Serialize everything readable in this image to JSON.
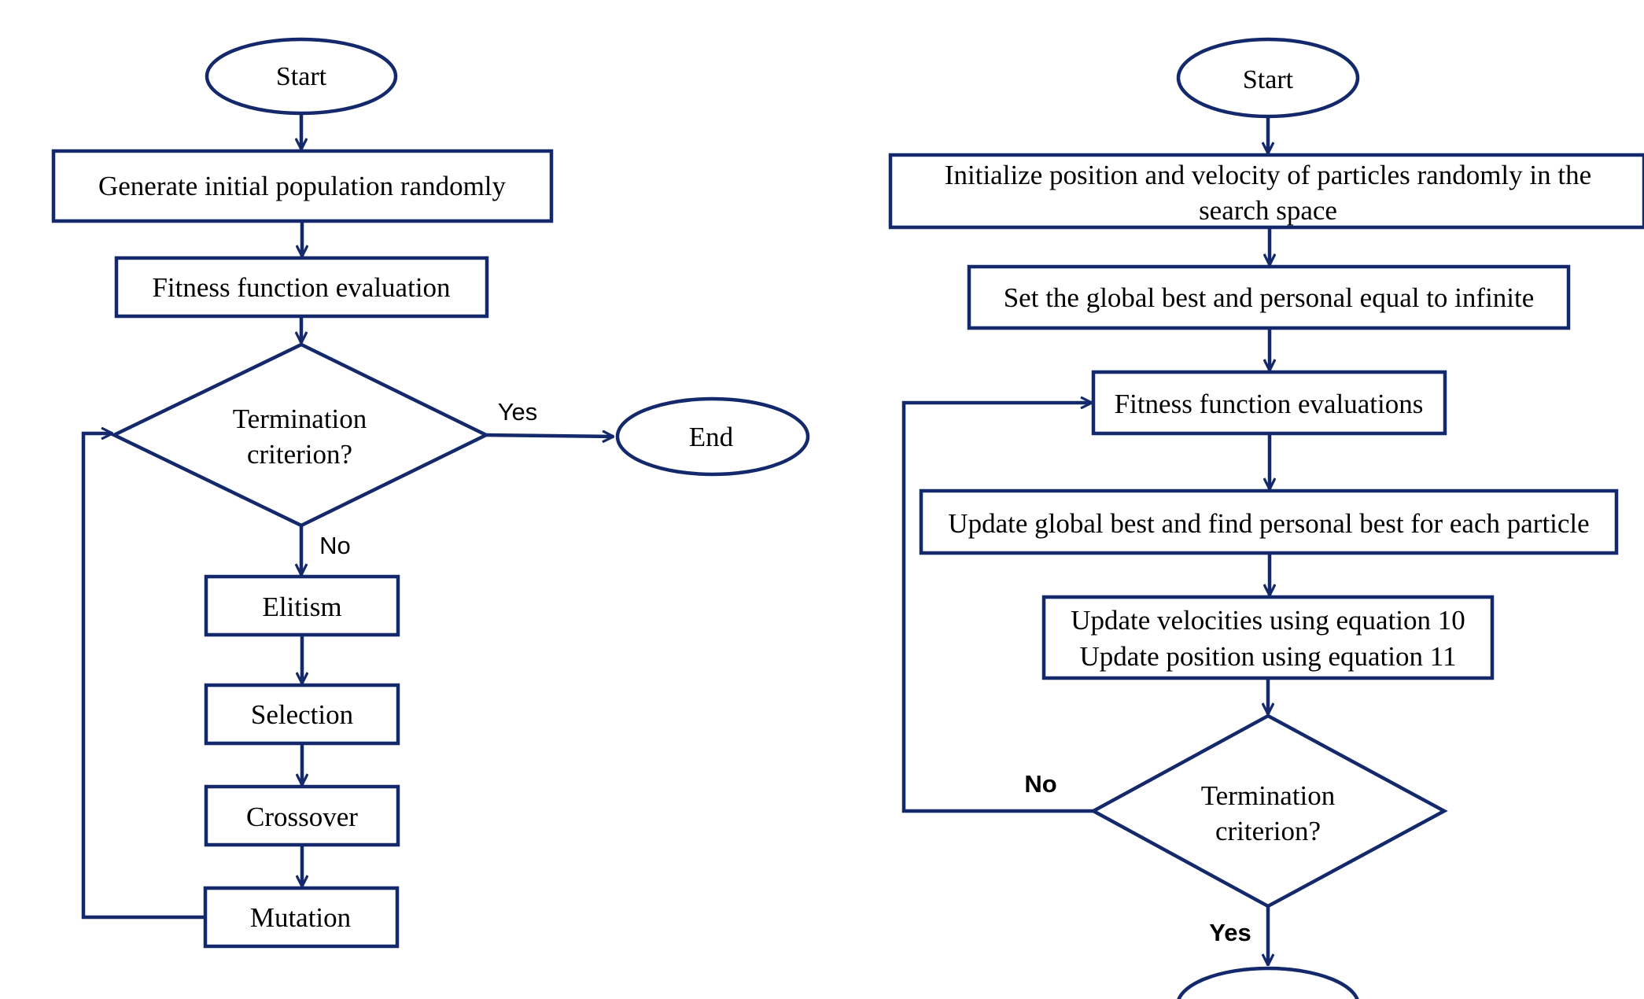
{
  "colors": {
    "stroke": "#14296b",
    "background": "#ffffff",
    "text": "#000000"
  },
  "ga": {
    "start": "Start",
    "init": "Generate initial population randomly",
    "fitness": "Fitness function evaluation",
    "termination": [
      "Termination",
      "criterion?"
    ],
    "yes": "Yes",
    "no": "No",
    "end": "End",
    "elitism": "Elitism",
    "selection": "Selection",
    "crossover": "Crossover",
    "mutation": "Mutation"
  },
  "pso": {
    "start": "Start",
    "init": [
      "Initialize position and velocity of particles randomly in the",
      "search space"
    ],
    "set_best": "Set the global best and personal equal to infinite",
    "fitness": "Fitness function evaluations",
    "update_best": "Update global best and find personal best for each particle",
    "update_vel": [
      "Update velocities using equation 10",
      "Update position using equation 11"
    ],
    "termination": [
      "Termination",
      "criterion?"
    ],
    "no": "No",
    "yes": "Yes"
  }
}
